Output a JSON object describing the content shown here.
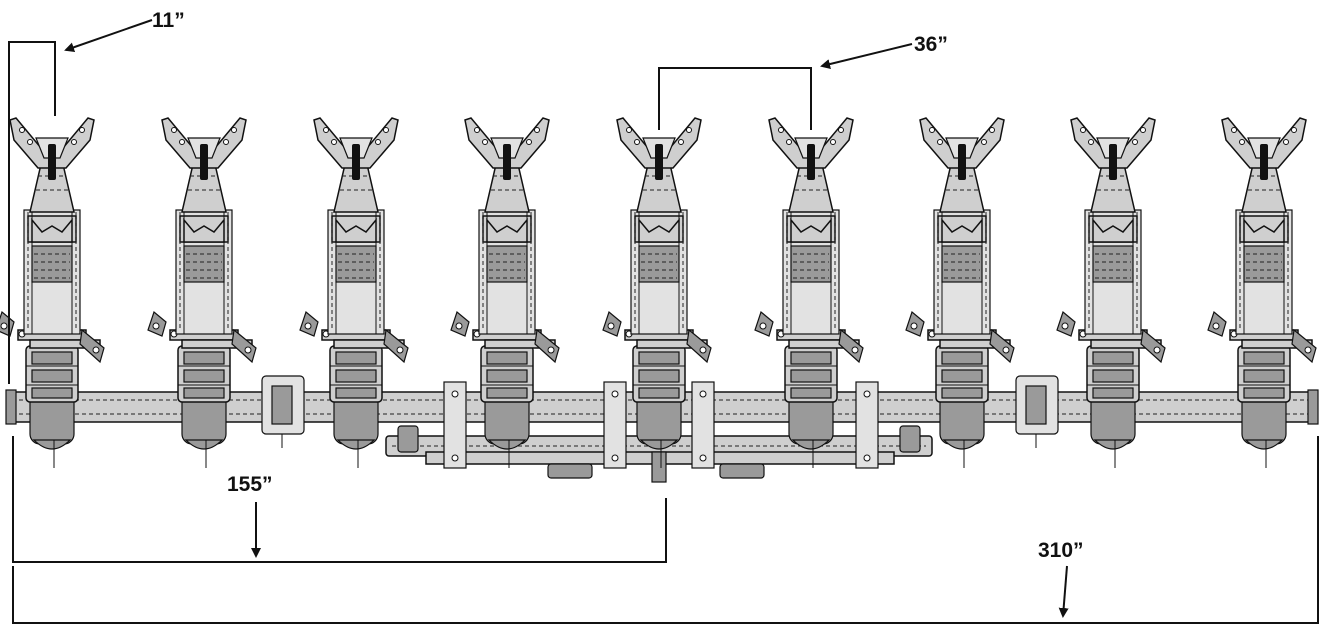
{
  "dimensions": {
    "row_offset_label": "11”",
    "row_spacing_label": "36”",
    "half_width_label": "155”",
    "total_width_label": "310”"
  },
  "planter": {
    "row_units": 9
  }
}
